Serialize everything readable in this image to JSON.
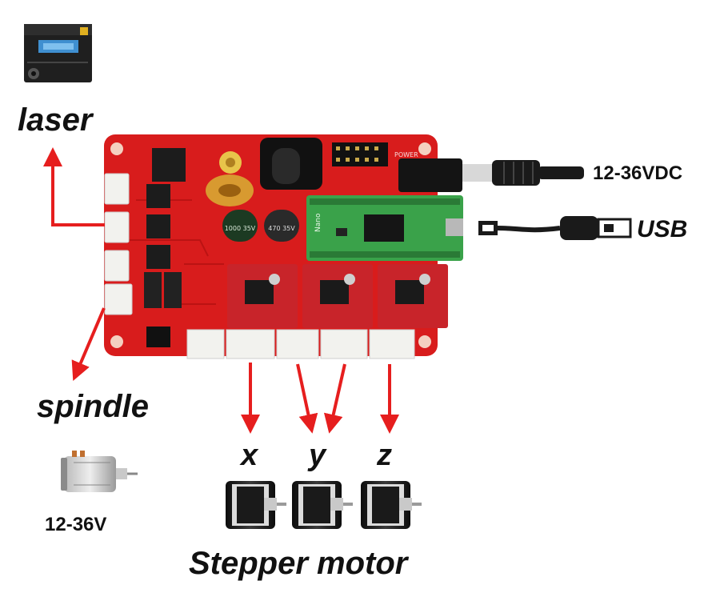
{
  "labels": {
    "laser": "laser",
    "spindle": "spindle",
    "spindle_voltage": "12-36V",
    "power_input": "12-36VDC",
    "usb": "USB",
    "axis_x": "x",
    "axis_y": "y",
    "axis_z": "z",
    "stepper_motor": "Stepper motor"
  },
  "board": {
    "silkscreen_power": "POWER",
    "arduino_label": "Nano",
    "capacitor_1": "1000 35V",
    "capacitor_2": "470 35V"
  },
  "colors": {
    "board_red": "#d81c1c",
    "arrow_red": "#e61e1e",
    "driver_red": "#c8242a",
    "arduino_green": "#3aa24a",
    "connector_white": "#f2f2ee",
    "motor_black": "#1c1c1c"
  },
  "icons": {
    "laser_module": "laser-module-icon",
    "dc_motor": "dc-motor-icon",
    "barrel_plug": "dc-barrel-plug-icon",
    "usb_cable": "usb-cable-icon",
    "stepper": "stepper-motor-icon"
  }
}
